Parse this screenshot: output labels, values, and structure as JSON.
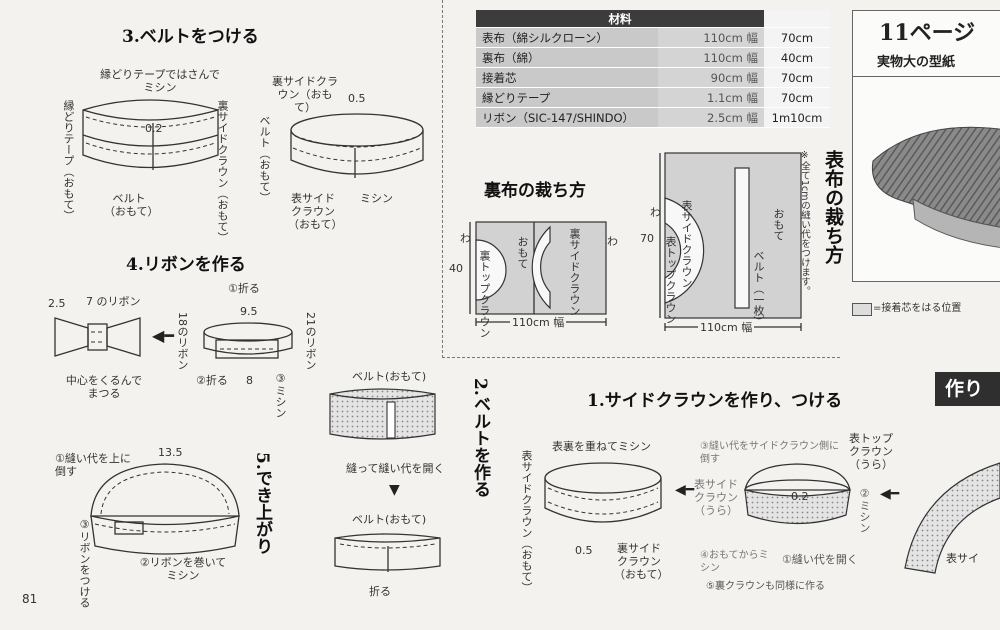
{
  "page_number": "81",
  "materials": {
    "header": "材料",
    "rows": [
      {
        "name": "表布（綿シルクローン）",
        "width": "110cm 幅",
        "length": "70cm"
      },
      {
        "name": "裏布（綿）",
        "width": "110cm 幅",
        "length": "40cm"
      },
      {
        "name": "接着芯",
        "width": "90cm 幅",
        "length": "70cm"
      },
      {
        "name": "縁どりテープ",
        "width": "1.1cm 幅",
        "length": "70cm"
      },
      {
        "name": "リボン（SIC-147/SHINDO）",
        "width": "2.5cm 幅",
        "length": "1m10cm"
      }
    ]
  },
  "pattern_box": {
    "title": "11ページ",
    "subtitle": "実物大の型紙"
  },
  "interfacing_legend": "=接着芯をはる位置",
  "side_tab": "作り",
  "step3": {
    "title": "3.ベルトをつける",
    "labels": {
      "tape_note": "縁どりテープではさんでミシン",
      "tape_left": "縁どりテープ（おもて）",
      "val_02": "0.2",
      "belt": "ベルト（おもて）",
      "back_side_crown_v": "裏サイドクラウン（おもて）",
      "back_side_crown": "裏サイドクラウン（おもて）",
      "val_05": "0.5",
      "belt_v": "ベルト（おもて）",
      "front_side_crown": "表サイドクラウン（おもて）",
      "machine": "ミシン"
    }
  },
  "step4": {
    "title": "4.リボンを作る",
    "labels": {
      "v25": "2.5",
      "ribbon7": "7 のリボン",
      "center_wrap": "中心をくるんでまつる",
      "fold1": "①折る",
      "v95": "9.5",
      "ribbon18": "18のリボン",
      "ribbon21": "21のリボン",
      "fold2": "②折る",
      "v8": "8",
      "machine3": "③ミシン"
    }
  },
  "step5": {
    "title": "5.でき上がり",
    "labels": {
      "v135": "13.5",
      "seam_up": "①縫い代を上に倒す",
      "attach_ribbon": "③リボンをつける",
      "wrap_ribbon": "②リボンを巻いてミシン"
    }
  },
  "step2": {
    "title": "2.ベルトを作る",
    "labels": {
      "belt_top": "ベルト(おもて)",
      "open_seam": "縫って縫い代を開く",
      "belt_bottom": "ベルト(おもて)",
      "fold": "折る"
    }
  },
  "step1": {
    "title": "1.サイドクラウンを作り、つける",
    "labels": {
      "overlap_machine": "表裏を重ねてミシン",
      "front_side_crown_v": "表サイドクラウン（おもて）",
      "v05": "0.5",
      "back_side_crown": "裏サイドクラウン（おもて）",
      "seam_to_side": "③縫い代をサイドクラウン側に倒す",
      "front_top_crown": "表トップクラウン（うら）",
      "front_side_crown": "表サイドクラウン（うら）",
      "v02": "0.2",
      "machine2": "②ミシン",
      "right_side": "④おもてからミシン",
      "open_seam": "①縫い代を開く",
      "back_crown_same": "⑤裏クラウンも同様に作る",
      "edge_label": "表サイ"
    }
  },
  "lining_cut": {
    "title": "裏布の裁ち方",
    "labels": {
      "wa1": "わ",
      "h40": "40",
      "back_top_crown": "裏トップクラウン",
      "front_mark": "おもて",
      "back_side_crown": "裏サイドクラウン",
      "wa2": "わ",
      "width": "110cm 幅"
    }
  },
  "outer_cut": {
    "title": "表布の裁ち方",
    "note": "※全て1cmの縫い代をつけます。",
    "labels": {
      "wa": "わ",
      "h70": "70",
      "front_side_crown": "表サイドクラウン",
      "front_top_crown": "表トップクラウン",
      "front_mark": "おもて",
      "belt": "ベルト（一枚）",
      "width": "110cm 幅"
    }
  }
}
